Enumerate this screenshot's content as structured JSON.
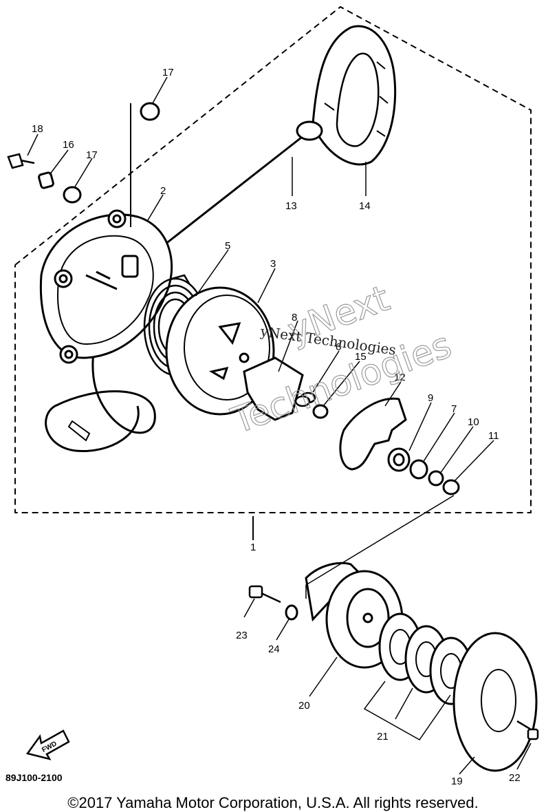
{
  "diagram": {
    "code": "89J100-2100",
    "copyright": "©2017 Yamaha Motor Corporation, U.S.A. All rights reserved.",
    "fwd_label": "FWD",
    "watermark_large_1": "yNext",
    "watermark_large_2": "Technologies",
    "watermark_small": "yNext Technologies"
  },
  "callouts": {
    "p1": "1",
    "p2": "2",
    "p3": "3",
    "p5": "5",
    "p6": "6",
    "p7": "7",
    "p8": "8",
    "p9": "9",
    "p10": "10",
    "p11": "11",
    "p12": "12",
    "p13": "13",
    "p14": "14",
    "p15": "15",
    "p16": "16",
    "p17a": "17",
    "p17b": "17",
    "p18": "18",
    "p19": "19",
    "p20": "20",
    "p21": "21",
    "p22": "22",
    "p23": "23",
    "p24": "24"
  }
}
